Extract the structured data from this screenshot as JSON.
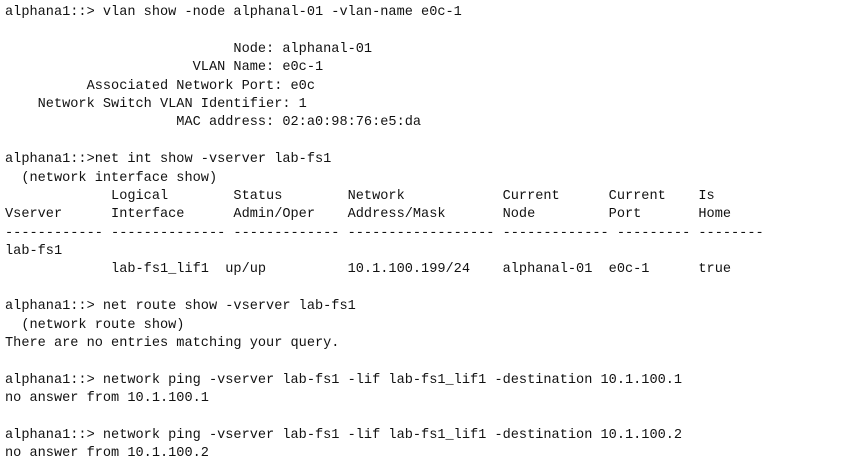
{
  "session": {
    "prompt": "alphana1::>",
    "blocks": [
      {
        "command": "alphana1::> vlan show -node alphanal-01 -vlan-name e0c-1",
        "output": [
          "",
          "                            Node: alphanal-01",
          "                       VLAN Name: e0c-1",
          "          Associated Network Port: e0c",
          "    Network Switch VLAN Identifier: 1",
          "                     MAC address: 02:a0:98:76:e5:da",
          ""
        ]
      },
      {
        "command": "alphana1::>net int show -vserver lab-fs1",
        "output": [
          "  (network interface show)",
          "             Logical        Status        Network            Current      Current    Is",
          "Vserver      Interface      Admin/Oper    Address/Mask       Node         Port       Home",
          "------------ -------------- ------------- ------------------ ------------- --------- --------",
          "lab-fs1",
          "             lab-fs1_lif1  up/up          10.1.100.199/24    alphanal-01  e0c-1      true",
          ""
        ]
      },
      {
        "command": "alphana1::> net route show -vserver lab-fs1",
        "output": [
          "  (network route show)",
          "There are no entries matching your query.",
          ""
        ]
      },
      {
        "command": "alphana1::> network ping -vserver lab-fs1 -lif lab-fs1_lif1 -destination 10.1.100.1",
        "output": [
          "no answer from 10.1.100.1",
          ""
        ]
      },
      {
        "command": "alphana1::> network ping -vserver lab-fs1 -lif lab-fs1_lif1 -destination 10.1.100.2",
        "output": [
          "no answer from 10.1.100.2"
        ]
      }
    ]
  }
}
